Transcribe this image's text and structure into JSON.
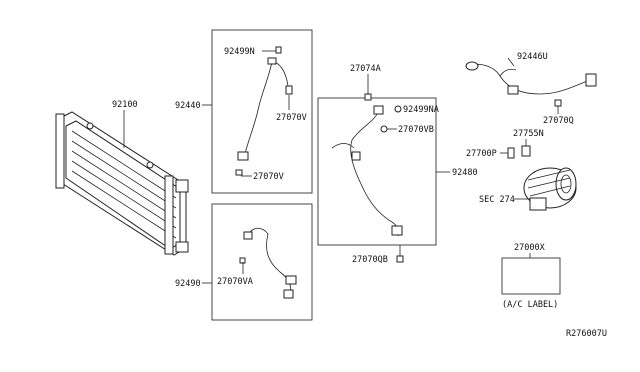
{
  "diagram_id": "R276007U",
  "parts": {
    "condenser": "92100",
    "hose_upper": "92440",
    "hose_lower": "92490",
    "pipe_center": "92480",
    "suction_hose": "92446U",
    "oring_upper": "92499N",
    "valve_upper_a": "27070V",
    "valve_upper_b": "27070V",
    "valve_lower": "27070VA",
    "bolt_center": "27074A",
    "oring_center": "92499NA",
    "valve_center": "27070VB",
    "valve_center_bottom": "27070QB",
    "valve_suction": "27070Q",
    "sensor_a": "27755N",
    "sensor_b": "27700P",
    "compressor_ref": "SEC 274",
    "ac_label_part": "27000X",
    "ac_label_caption": "(A/C LABEL)"
  }
}
